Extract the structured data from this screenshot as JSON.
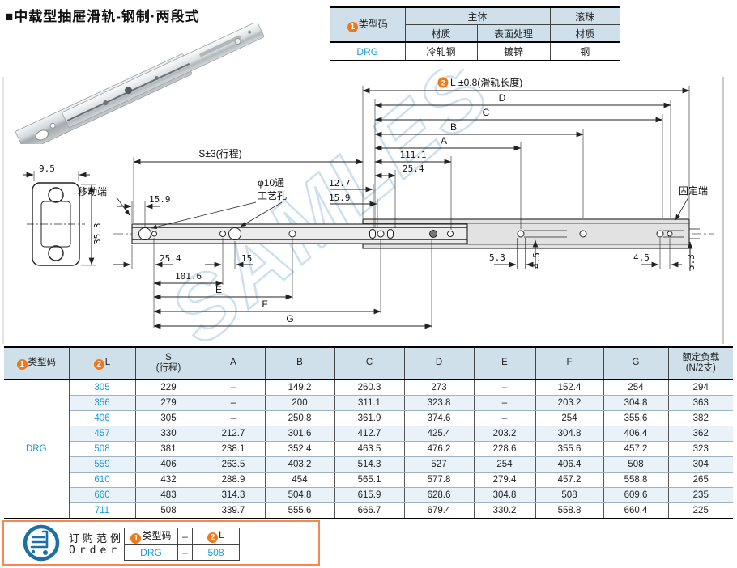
{
  "page": {
    "title": "■中载型抽屉滑轨-钢制·两段式"
  },
  "spec_table": {
    "circ1": "1",
    "type_code_label": "类型码",
    "group_main": "主体",
    "group_ball": "滚珠",
    "col_material": "材质",
    "col_surface": "表面处理",
    "col_ball_material": "材质",
    "row": {
      "type_code": "DRG",
      "material": "冷轧钢",
      "surface": "镀锌",
      "ball_material": "钢"
    }
  },
  "drawing": {
    "watermark": "SAMLES",
    "labels": {
      "moving_end": "移动端",
      "fixed_end": "固定端",
      "hole_note_1": "φ10通",
      "hole_note_2": "工艺孔",
      "stroke_dim": "S±3(行程)",
      "circ2": "2",
      "length_l": "L",
      "length_suffix": "±0.8(滑轨长度)"
    },
    "dims": {
      "w": "9.5",
      "h": "35.3",
      "d": "D",
      "c": "C",
      "b": "B",
      "a": "A",
      "d111": "111.1",
      "d254t": "25.4",
      "d127": "12.7",
      "d159r": "15.9",
      "d159l": "15.9",
      "d254b": "25.4",
      "d15": "15",
      "d1016": "101.6",
      "e": "E",
      "f": "F",
      "g": "G",
      "d53l": "5.3",
      "d45l": "4.5",
      "d45r": "4.5",
      "d53r": "5.3"
    }
  },
  "size_table": {
    "headers": {
      "circ1": "1",
      "type": "类型码",
      "circ2": "2",
      "l": "L",
      "s1": "S",
      "s2": "(行程)",
      "a": "A",
      "b": "B",
      "c": "C",
      "d": "D",
      "e": "E",
      "f": "F",
      "g": "G",
      "load1": "额定负载",
      "load2": "(N/2支)"
    },
    "type_code": "DRG",
    "rows": [
      {
        "l": "305",
        "s": "229",
        "a": "–",
        "b": "149.2",
        "c": "260.3",
        "d": "273",
        "e": "–",
        "f": "152.4",
        "g": "254",
        "load": "294"
      },
      {
        "l": "356",
        "s": "279",
        "a": "–",
        "b": "200",
        "c": "311.1",
        "d": "323.8",
        "e": "–",
        "f": "203.2",
        "g": "304.8",
        "load": "363"
      },
      {
        "l": "406",
        "s": "305",
        "a": "–",
        "b": "250.8",
        "c": "361.9",
        "d": "374.6",
        "e": "–",
        "f": "254",
        "g": "355.6",
        "load": "382"
      },
      {
        "l": "457",
        "s": "330",
        "a": "212.7",
        "b": "301.6",
        "c": "412.7",
        "d": "425.4",
        "e": "203.2",
        "f": "304.8",
        "g": "406.4",
        "load": "362"
      },
      {
        "l": "508",
        "s": "381",
        "a": "238.1",
        "b": "352.4",
        "c": "463.5",
        "d": "476.2",
        "e": "228.6",
        "f": "355.6",
        "g": "457.2",
        "load": "323"
      },
      {
        "l": "559",
        "s": "406",
        "a": "263.5",
        "b": "403.2",
        "c": "514.3",
        "d": "527",
        "e": "254",
        "f": "406.4",
        "g": "508",
        "load": "304"
      },
      {
        "l": "610",
        "s": "432",
        "a": "288.9",
        "b": "454",
        "c": "565.1",
        "d": "577.8",
        "e": "279.4",
        "f": "457.2",
        "g": "558.8",
        "load": "265"
      },
      {
        "l": "660",
        "s": "483",
        "a": "314.3",
        "b": "504.8",
        "c": "615.9",
        "d": "628.6",
        "e": "304.8",
        "f": "508",
        "g": "609.6",
        "load": "235"
      },
      {
        "l": "711",
        "s": "508",
        "a": "339.7",
        "b": "555.6",
        "c": "666.7",
        "d": "679.4",
        "e": "330.2",
        "f": "558.8",
        "g": "660.4",
        "load": "225"
      }
    ]
  },
  "order": {
    "title_cn": "订购范例",
    "title_en": "Order",
    "circ1": "1",
    "col1": "类型码",
    "dash": "–",
    "circ2": "2",
    "col2": "L",
    "value1": "DRG",
    "value_dash": "–",
    "value2": "508"
  },
  "colors": {
    "accent_orange": "#f07818",
    "order_border_orange": "#f5884f",
    "link_blue": "#1a9bd7",
    "header_blue": "#cfe0ea",
    "stripe_blue": "#e9f2f8",
    "cart_blue": "#1d6fa5",
    "watermark_blue": "#cce0f0"
  }
}
